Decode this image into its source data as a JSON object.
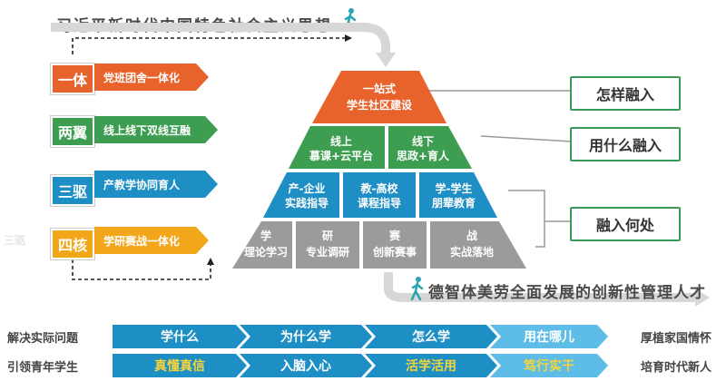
{
  "title_top": "习近平新时代中国特色社会主义思想",
  "title_bottom": "德智体美劳全面发展的创新性管理人才",
  "left_items": [
    {
      "badge": "一体",
      "label": "党班团舍一体化",
      "color": "#e8622c"
    },
    {
      "badge": "两翼",
      "label": "线上线下双线互融",
      "color": "#3d9e52"
    },
    {
      "badge": "三驱",
      "label": "产教学协同育人",
      "color": "#1d8fc4"
    },
    {
      "badge": "四核",
      "label": "学研赛战一体化",
      "color": "#f2a61a"
    }
  ],
  "pyramid": {
    "top": [
      "一站式",
      "学生社区建设"
    ],
    "tier2": [
      [
        "线上",
        "慕课+云平台"
      ],
      [
        "线下",
        "思政+育人"
      ]
    ],
    "tier3": [
      [
        "产-企业",
        "实践指导"
      ],
      [
        "教-高校",
        "课程指导"
      ],
      [
        "学-学生",
        "朋辈教育"
      ]
    ],
    "tier4": [
      [
        "学",
        "理论学习"
      ],
      [
        "研",
        "专业调研"
      ],
      [
        "赛",
        "创新赛事"
      ],
      [
        "战",
        "实战落地"
      ]
    ]
  },
  "side_boxes": [
    "怎样融入",
    "用什么融入",
    "融入何处"
  ],
  "watermark": "三驱",
  "bottom_rows": [
    {
      "left": "解决实际问题",
      "steps": [
        "学什么",
        "为什么学",
        "怎么学",
        "用在哪儿"
      ],
      "right": "厚植家国情怀"
    },
    {
      "left": "引领青年学生",
      "steps": [
        "真懂真信",
        "入脑入心",
        "活学活用",
        "笃行实干"
      ],
      "right": "培育时代新人"
    }
  ]
}
